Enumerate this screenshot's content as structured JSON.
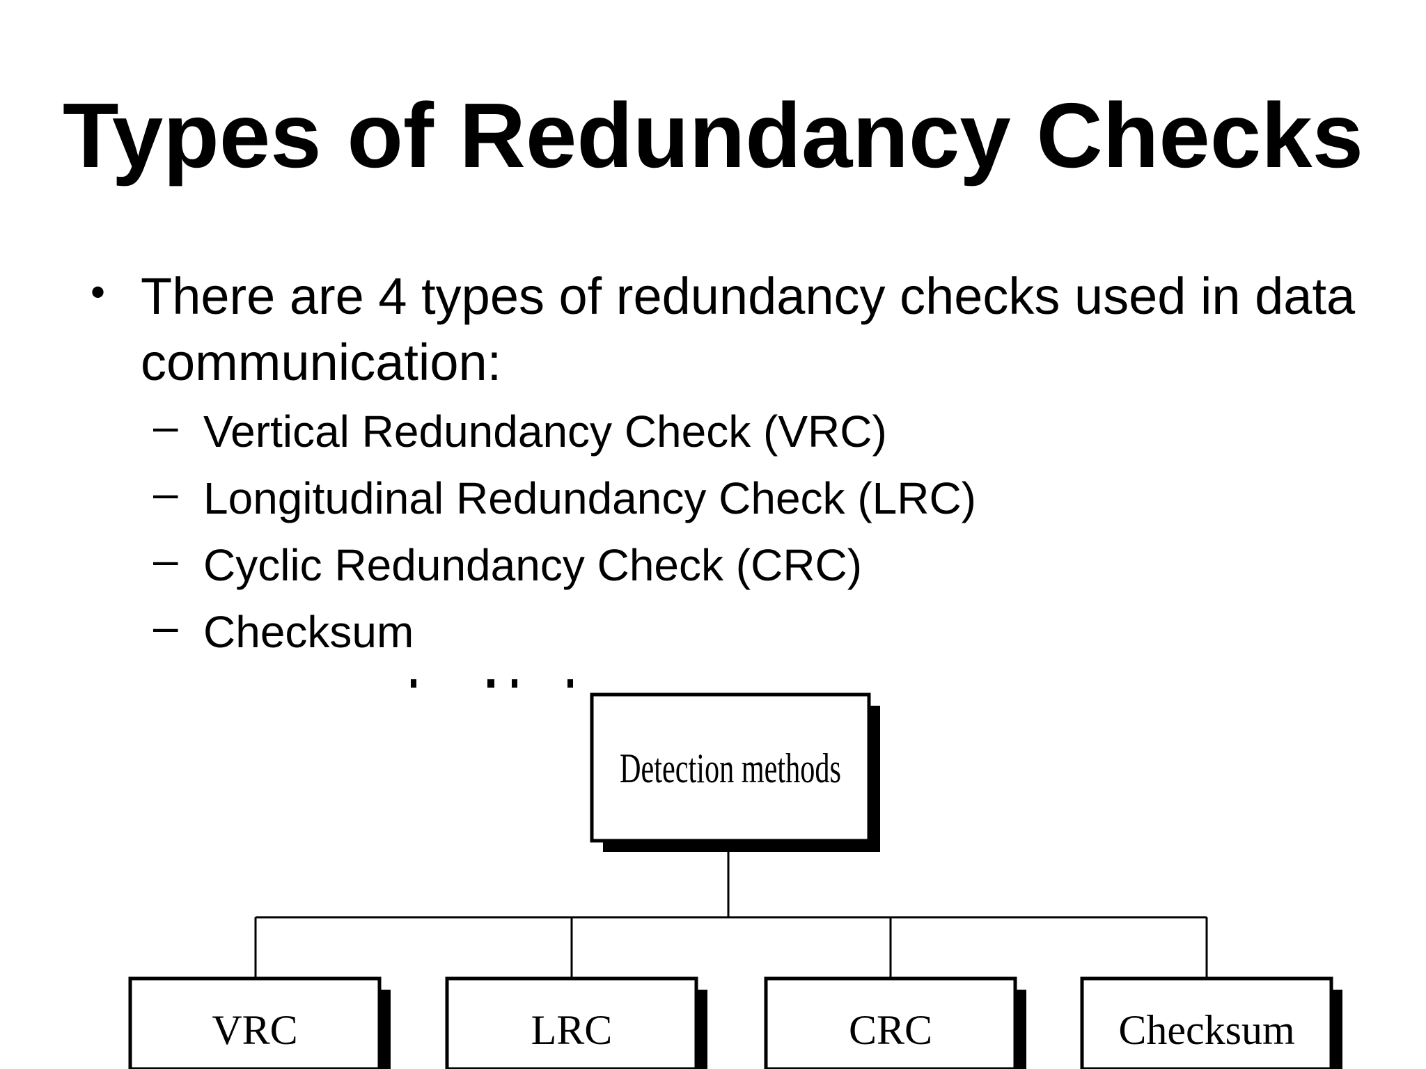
{
  "slide": {
    "title": "Types of Redundancy Checks",
    "bullet": {
      "marker": "•",
      "text": "There are 4 types of redundancy checks used in data communication:"
    },
    "sub_items": [
      {
        "marker": "–",
        "label": "Vertical Redundancy Check (VRC)"
      },
      {
        "marker": "–",
        "label": "Longitudinal Redundancy Check (LRC)"
      },
      {
        "marker": "–",
        "label": "Cyclic Redundancy Check (CRC)"
      },
      {
        "marker": "–",
        "label": "Checksum"
      }
    ]
  },
  "diagram": {
    "root": "Detection methods",
    "children": [
      "VRC",
      "LRC",
      "CRC",
      "Checksum"
    ]
  }
}
